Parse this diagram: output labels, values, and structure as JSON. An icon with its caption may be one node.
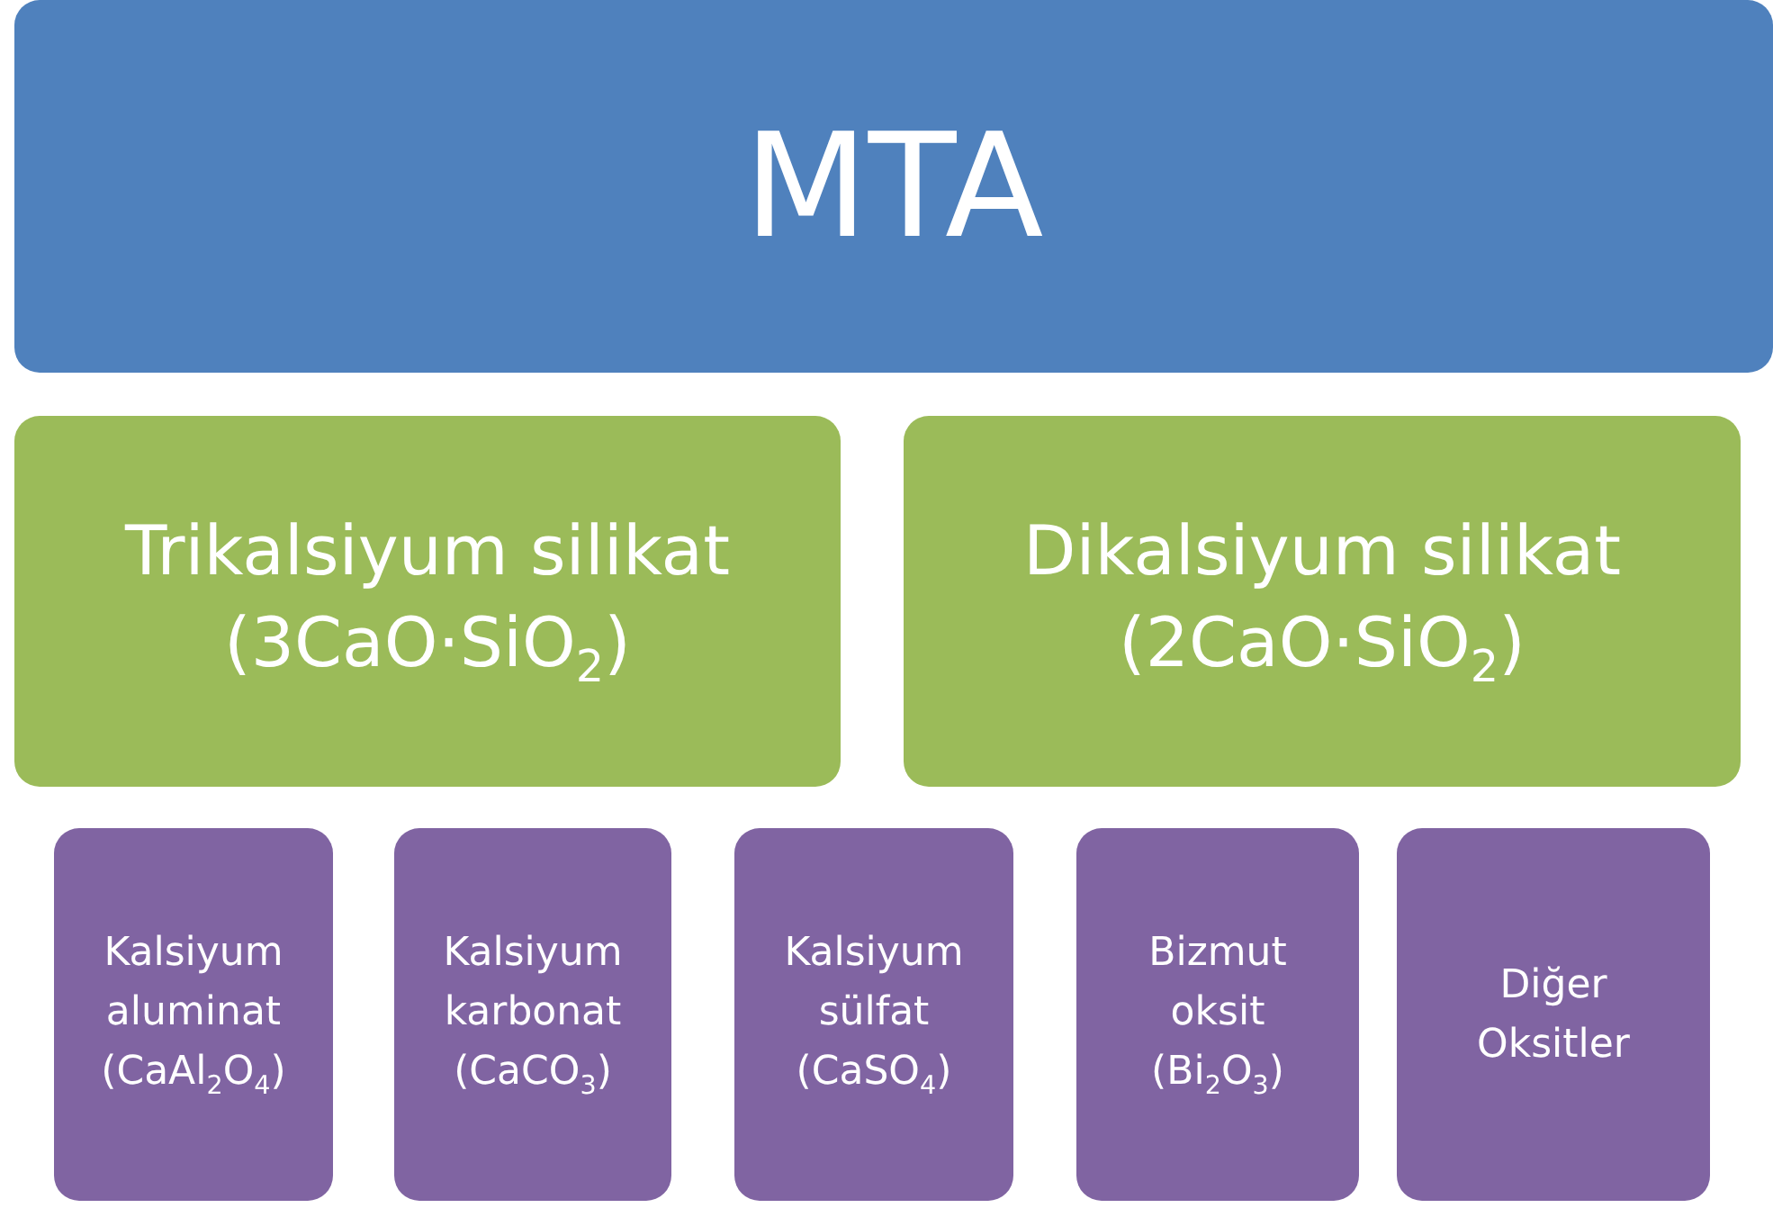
{
  "diagram": {
    "nodes": [
      {
        "text": [
          "MTA"
        ]
      },
      {
        "text": [
          "Trikalsiyum silikat (3CaO·SiO$_{2}$)"
        ]
      },
      {
        "text": [
          "Dikalsiyum silikat (2CaO·SiO$_{2}$)"
        ]
      },
      {
        "text": [
          "Kalsiyum aluminat (CaAl$_{2}$O$_{4}$)"
        ]
      },
      {
        "text": [
          "Kalsiyum karbonat (CaCO$_{3}$)"
        ]
      },
      {
        "text": [
          "Kalsiyum sülfat (CaSO$_{4}$)"
        ]
      },
      {
        "text": [
          "Bizmut oksit (Bi$_{2}$O$_{3}$)"
        ]
      },
      {
        "text": [
          "Diğer Oksitler"
        ]
      }
    ]
  }
}
